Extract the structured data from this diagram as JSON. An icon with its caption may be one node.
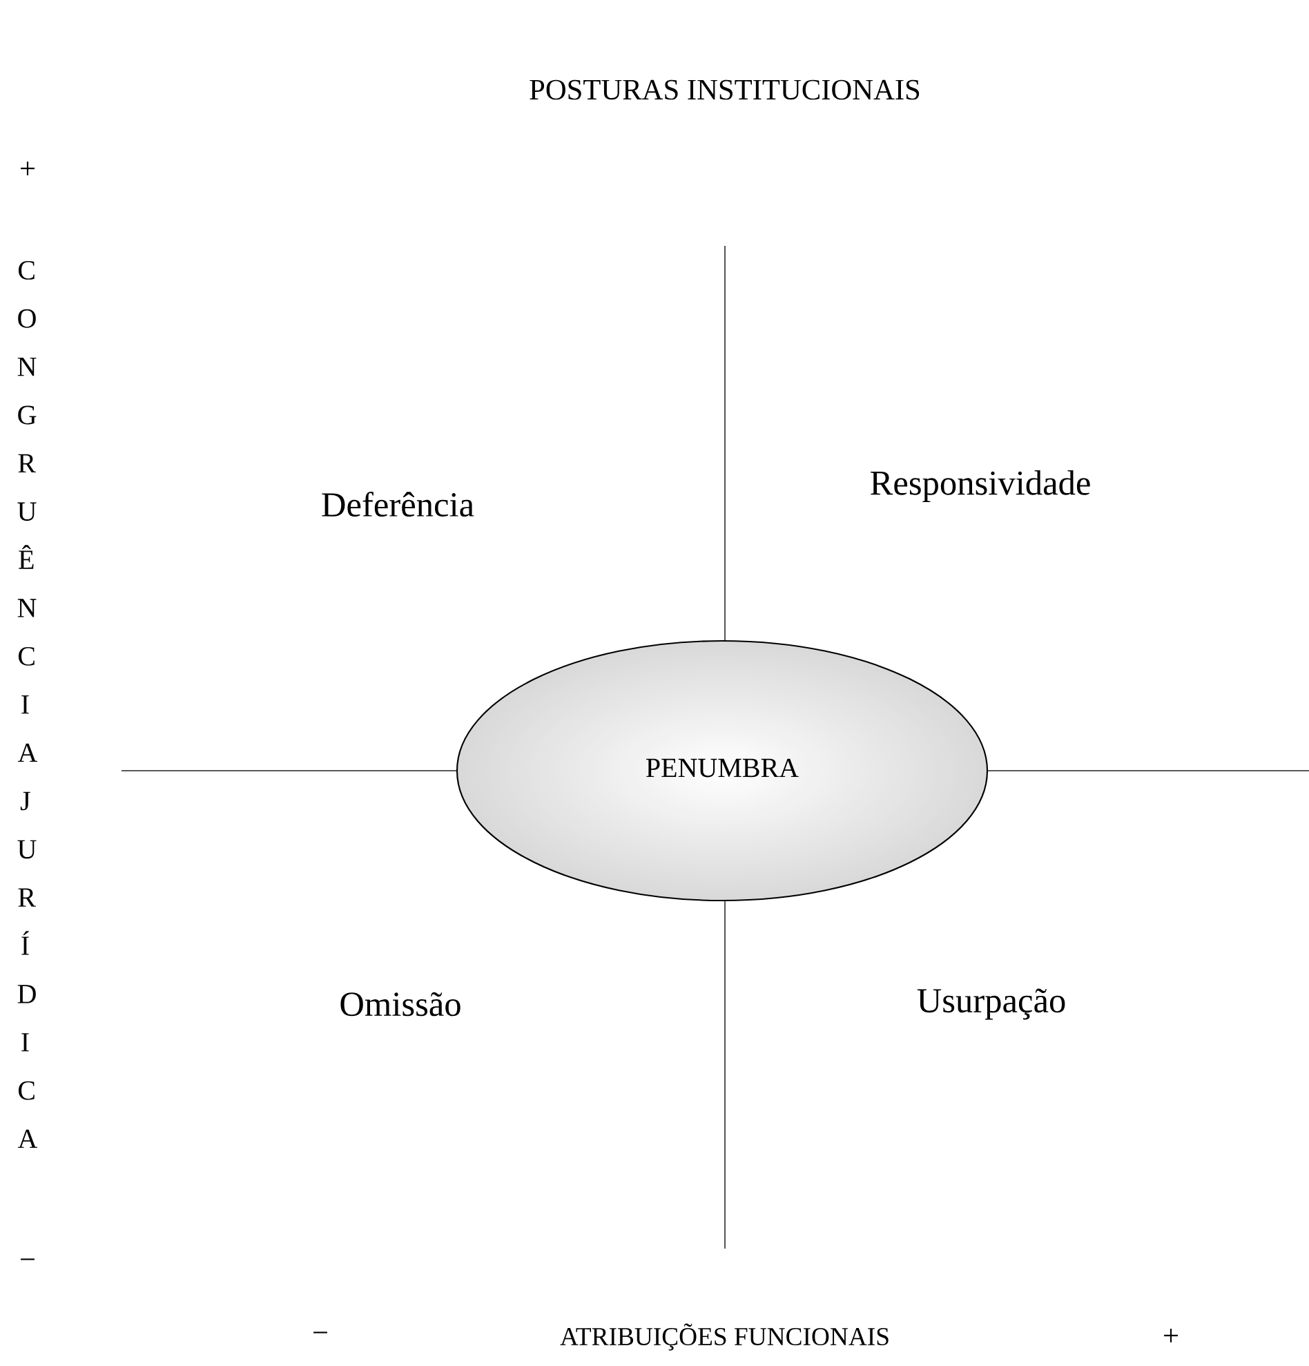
{
  "diagram": {
    "title": "POSTURAS INSTITUCIONAIS",
    "nodes": [
      {
        "text": [
          "PENUMBRA"
        ]
      }
    ],
    "labels": [
      "+",
      "CONGRUÊNCIA JURÍDICA",
      "Deferência",
      "Responsividade",
      "Omissão",
      "Usurpação",
      "−",
      "−",
      "ATRIBUIÇÕES FUNCIONAIS",
      "+"
    ]
  }
}
